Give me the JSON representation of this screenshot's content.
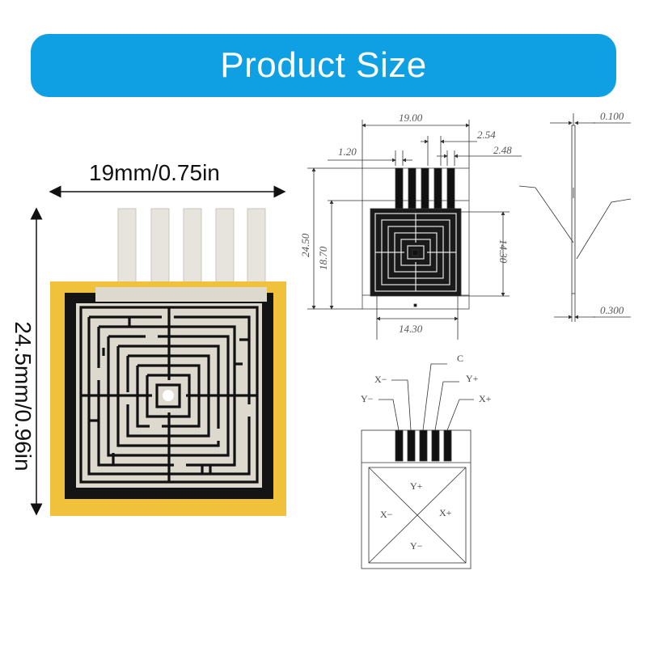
{
  "banner": {
    "title": "Product Size"
  },
  "photo": {
    "width_label": "19mm/0.75in",
    "height_label": "24.5mm/0.96in",
    "colors": {
      "substrate": "#f0c23b",
      "trace": "#111111",
      "lead": "#e8e6e0"
    }
  },
  "drawing_top": {
    "dims": {
      "total_width": "19.00",
      "pitch": "2.54",
      "lead_width": "2.48",
      "edge_offset": "1.20",
      "total_height": "24.50",
      "sensor_height": "18.70",
      "sensor_side": "14.30",
      "sensor_bottom": "14.30"
    }
  },
  "drawing_side": {
    "dims": {
      "lead_thickness": "0.100",
      "body_thickness": "0.300"
    }
  },
  "drawing_pinout": {
    "pins": {
      "x_minus": "X−",
      "y_minus": "Y−",
      "c": "C",
      "y_plus": "Y+",
      "x_plus": "X+"
    },
    "zones": {
      "top": "Y+",
      "left": "X−",
      "right": "X+",
      "bottom": "Y−"
    }
  }
}
